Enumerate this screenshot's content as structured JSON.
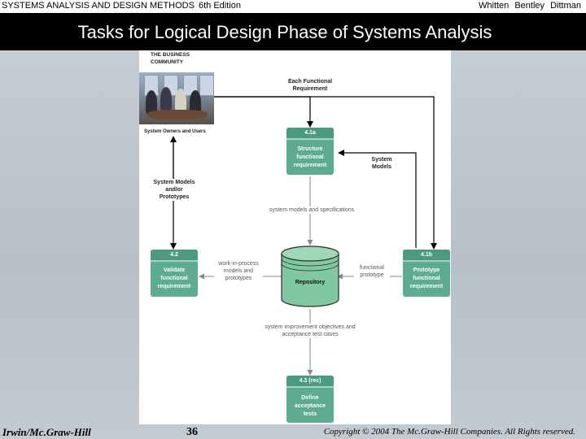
{
  "header": {
    "book_title": "SYSTEMS ANALYSIS AND DESIGN METHODS",
    "edition": "6th Edition",
    "authors": "Whitten Bentley Dittman"
  },
  "slide": {
    "title": "Tasks for Logical Design Phase of Systems Analysis"
  },
  "diagram": {
    "business_community": "THE BUSINESS COMMUNITY",
    "system_owners_users": "System Owners and Users",
    "each_functional_requirement": "Each Functional Requirement",
    "system_models_top": "System Models",
    "system_models_prototypes": "System Models and/or Prototypes",
    "system_models_specs": "system models and specifications",
    "work_in_process": "work-in-process models and prototypes",
    "functional_prototype": "functional prototype",
    "objectives_tests": "system improvement objectives and acceptance test cases",
    "repository": "Repository",
    "task_41a": {
      "id": "4.1a",
      "label": "Structure functional requirement"
    },
    "task_42": {
      "id": "4.2",
      "label": "Validate functional requirement"
    },
    "task_41b": {
      "id": "4.1b",
      "label": "Prototype functional requirement"
    },
    "task_43": {
      "id": "4.3 (rec)",
      "label": "Define acceptance tests"
    },
    "colors": {
      "box_green": "#5dab90",
      "box_head": "#4c9a80",
      "repo_green": "#7fc8a0",
      "line": "#000000",
      "gray_line": "#9a9a9a"
    }
  },
  "footer": {
    "publisher": "Irwin/Mc.Graw-Hill",
    "page": "36",
    "copyright": "Copyright © 2004 The Mc.Graw-Hill Companies. All Rights reserved."
  }
}
